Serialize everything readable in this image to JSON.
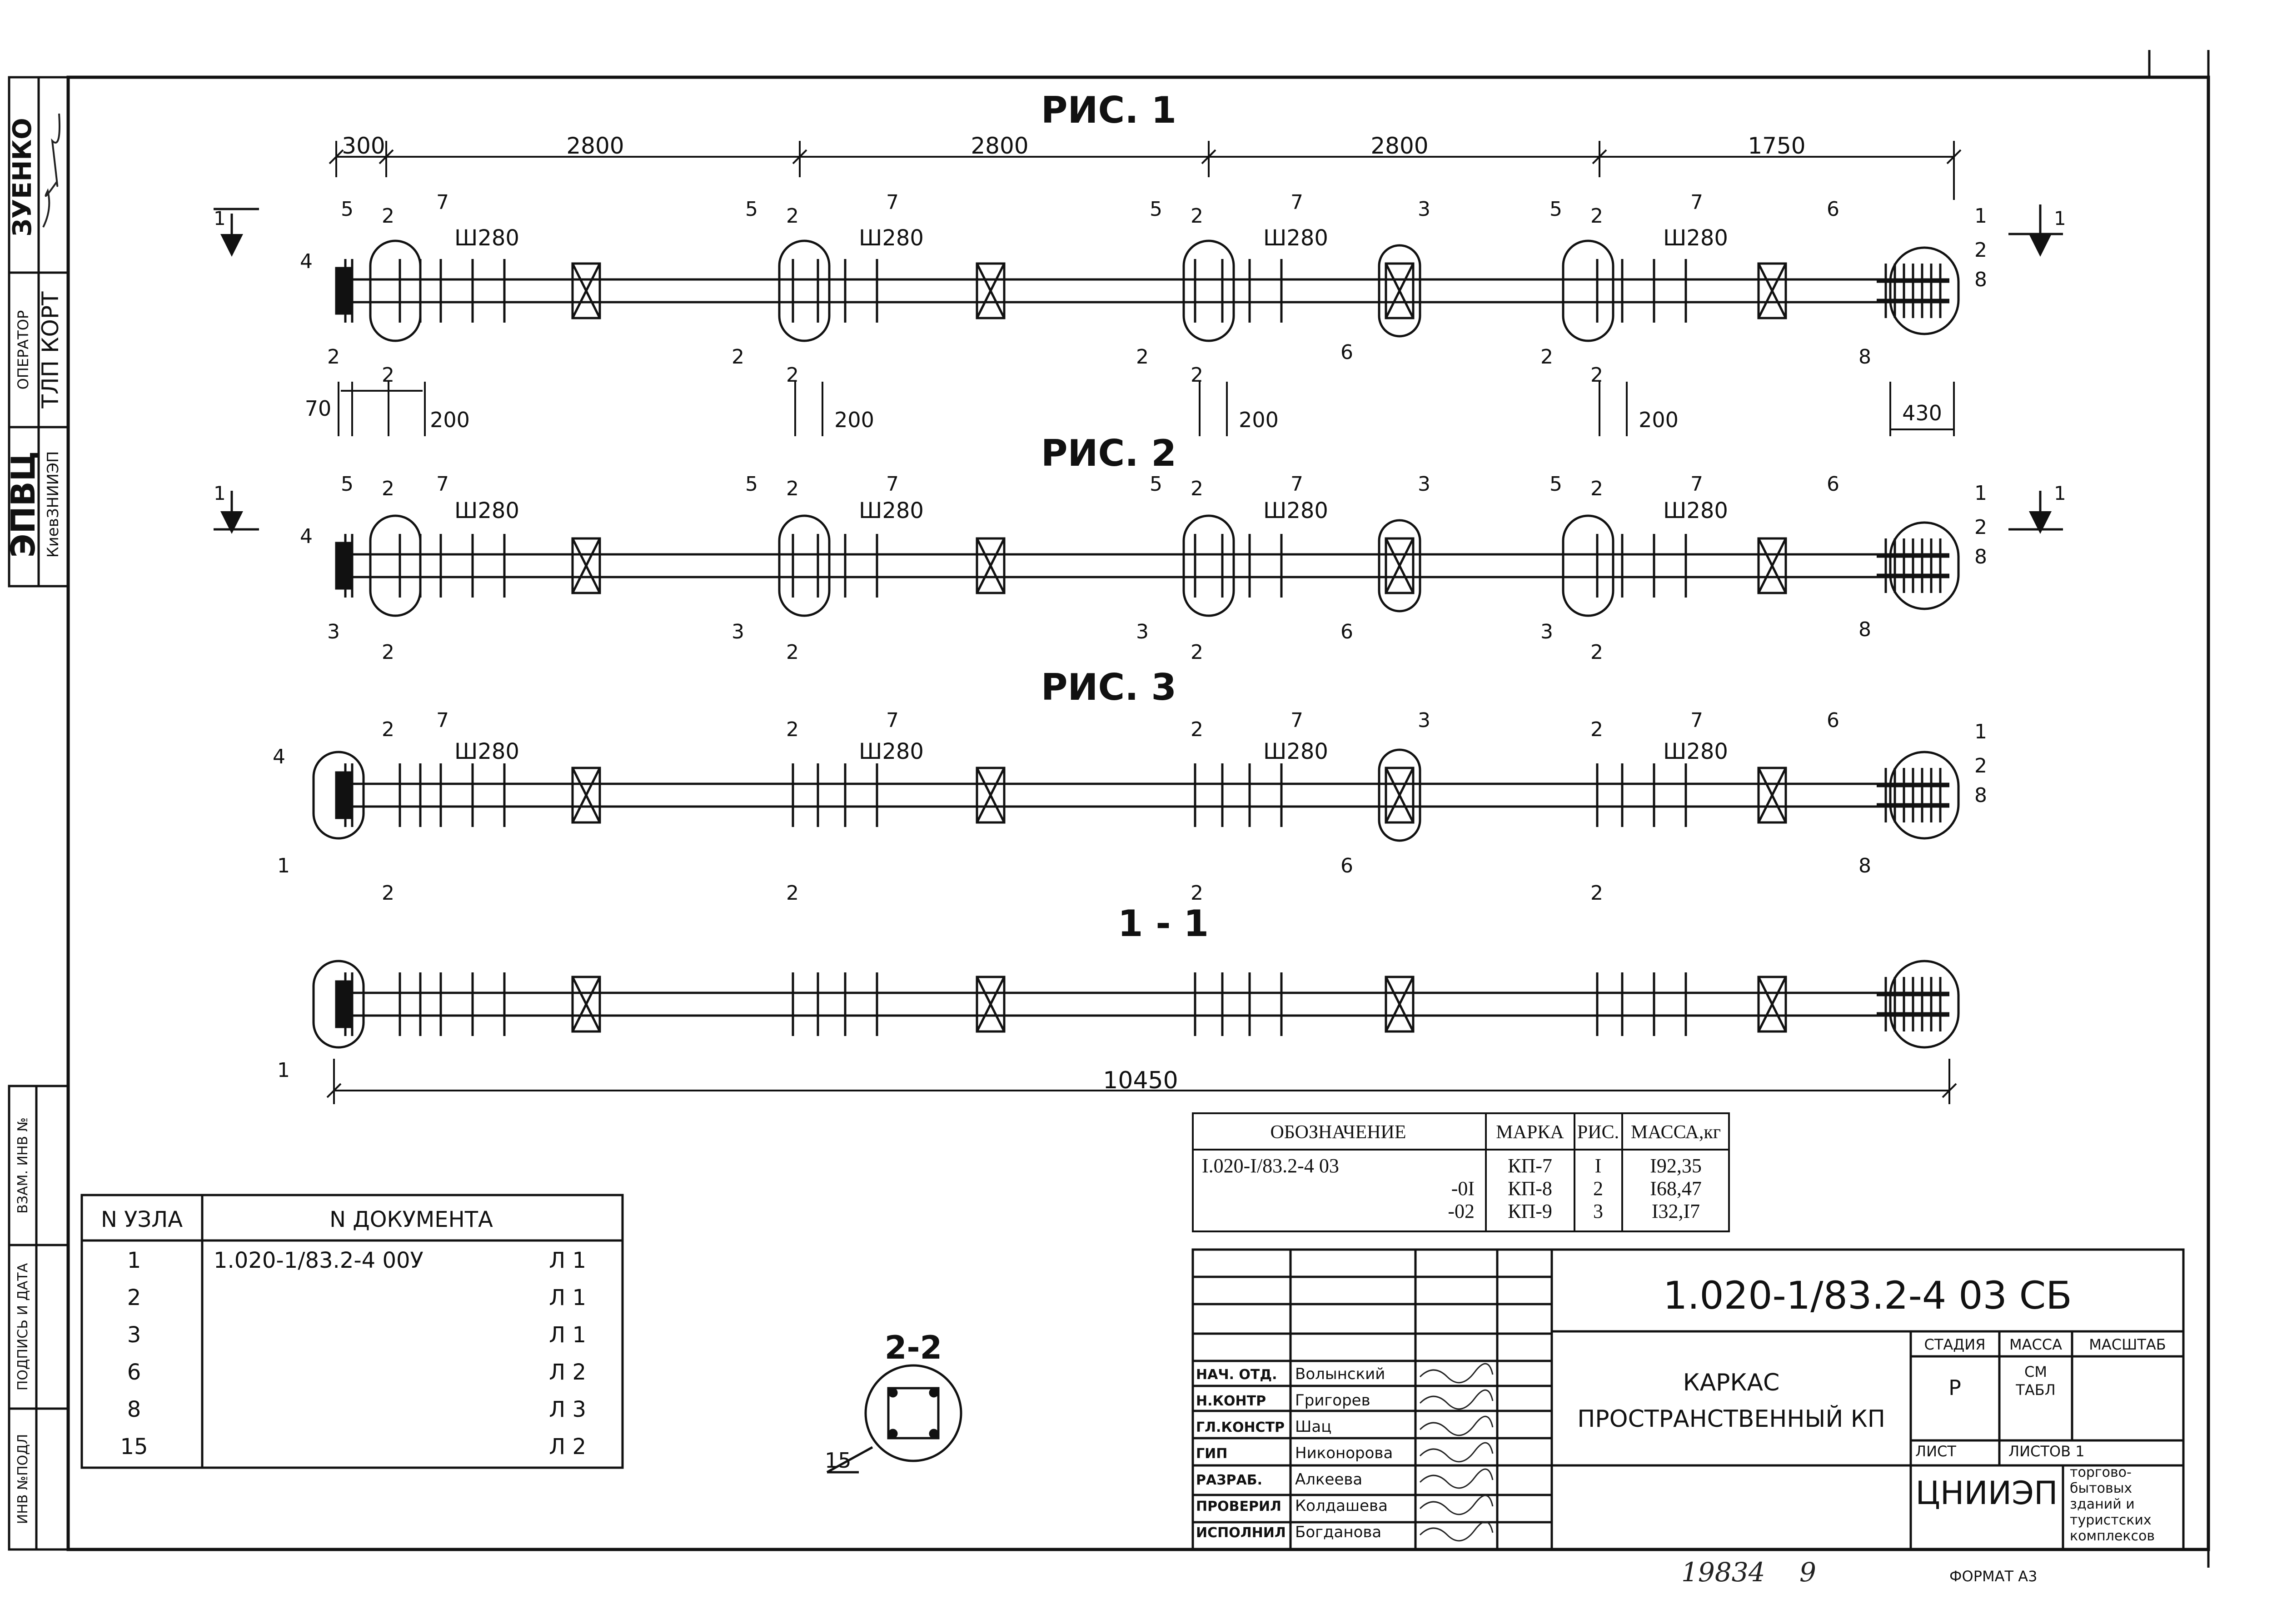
{
  "figures": [
    {
      "title": "РИС. 1",
      "dims_top": [
        "300",
        "2800",
        "2800",
        "2800",
        "1750"
      ],
      "dims_bottom": [
        "70",
        "200",
        "200",
        "200",
        "200",
        "430"
      ],
      "section_mark": "1"
    },
    {
      "title": "РИС. 2",
      "section_mark": "1"
    },
    {
      "title": "РИС. 3"
    }
  ],
  "section_1_1": {
    "title": "1 - 1",
    "overall_length": "10450"
  },
  "section_2_2": {
    "title": "2-2",
    "node": "15"
  },
  "labels": {
    "step": "Ш280",
    "cut": "2",
    "n1": "1",
    "n3": "3",
    "n4": "4",
    "n5": "5",
    "n6": "6",
    "n7": "7",
    "n8": "8",
    "frac_num": "2",
    "frac_den": "8"
  },
  "mass_table": {
    "headers": [
      "ОБОЗНАЧЕНИЕ",
      "МАРКА",
      "РИС.",
      "МАССА,кг"
    ],
    "rows": [
      [
        "I.020-I/83.2-4 03",
        "КП-7",
        "I",
        "I92,35"
      ],
      [
        "-0I",
        "КП-8",
        "2",
        "I68,47"
      ],
      [
        "-02",
        "КП-9",
        "3",
        "I32,I7"
      ]
    ]
  },
  "node_table": {
    "headers": [
      "N УЗЛА",
      "N ДОКУМЕНТА"
    ],
    "rows": [
      [
        "1",
        "1.020-1/83.2-4 00У",
        "Л 1"
      ],
      [
        "2",
        "",
        "Л 1"
      ],
      [
        "3",
        "",
        "Л 1"
      ],
      [
        "6",
        "",
        "Л 2"
      ],
      [
        "8",
        "",
        "Л 3"
      ],
      [
        "15",
        "",
        "Л 2"
      ]
    ]
  },
  "title_block": {
    "code": "1.020-1/83.2-4 03 СБ",
    "name_line1": "КАРКАС",
    "name_line2": "ПРОСТРАНСТВЕННЫЙ КП",
    "stage_headers": [
      "СТАДИЯ",
      "МАССА",
      "МАСШТАБ"
    ],
    "stage": "Р",
    "mass_line1": "СМ",
    "mass_line2": "ТАБЛ",
    "sheet_label": "ЛИСТ",
    "sheets_label": "ЛИСТОВ 1",
    "org": "ЦНИИЭП",
    "org_sub": [
      "торгово-",
      "бытовых",
      "зданий и",
      "туристских",
      "комплексов"
    ],
    "roles": [
      [
        "НАЧ. ОТД.",
        "Волынский"
      ],
      [
        "Н.КОНТР",
        "Григорев"
      ],
      [
        "ГЛ.КОНСТР",
        "Шац"
      ],
      [
        "ГИП",
        "Никонорова"
      ],
      [
        "РАЗРАБ.",
        "Алкеева"
      ],
      [
        "ПРОВЕРИЛ",
        "Колдашева"
      ],
      [
        "ИСПОЛНИЛ",
        "Богданова"
      ]
    ]
  },
  "left_stamp": {
    "org": "ЭПВЦ",
    "org_sub": "КиевЗНИИЭП",
    "operator_label": "ОПЕРАТОР",
    "operator": "ТЛП КОРТ",
    "name": "ЗУЕНКО"
  },
  "left_column": [
    "ИНВ №ПОДЛ",
    "ПОДПИСЬ И ДАТА",
    "ВЗАМ. ИНВ №"
  ],
  "footer": {
    "archive_no": "19834",
    "sheet_no": "9",
    "format": "ФОРМАТ А3"
  }
}
